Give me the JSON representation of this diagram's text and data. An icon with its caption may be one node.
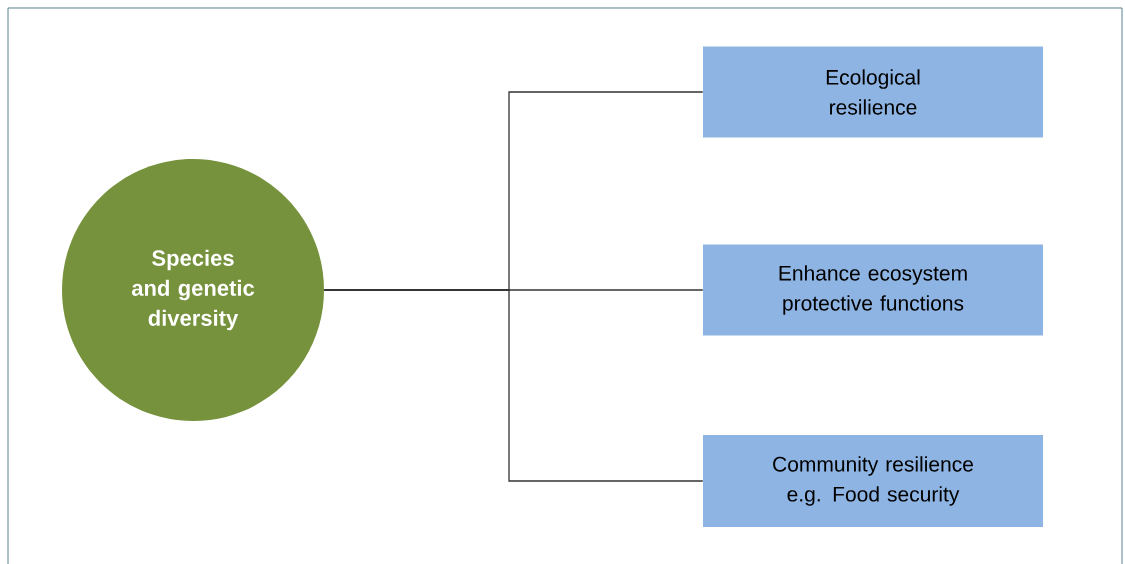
{
  "diagram": {
    "nodes": [
      {
        "text": [
          "Species and genetic diversity"
        ]
      },
      {
        "text": [
          "Ecological resilience"
        ]
      },
      {
        "text": [
          "Enhance ecosystem protective functions"
        ]
      },
      {
        "text": [
          "Community resilience e.g. Food security"
        ]
      }
    ],
    "edges": [
      {
        "from": 0,
        "to": 1,
        "arrow": "none"
      },
      {
        "from": 0,
        "to": 2,
        "arrow": "none"
      },
      {
        "from": 0,
        "to": 3,
        "arrow": "none"
      }
    ]
  }
}
